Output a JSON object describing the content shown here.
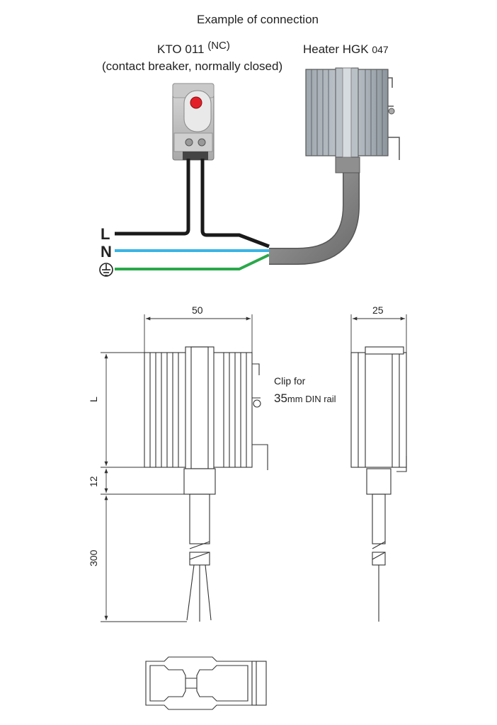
{
  "title": "Example of connection",
  "thermostat": {
    "name": "KTO 011",
    "suffix": "(NC)",
    "description": "(contact breaker, normally closed)"
  },
  "heater": {
    "name_prefix": "Heater HGK",
    "name_number": "047"
  },
  "wires": {
    "live": "L",
    "neutral": "N",
    "earth_symbol": "⏚"
  },
  "dimensions": {
    "width": "50",
    "depth": "25",
    "length": "L",
    "connector": "12",
    "cable": "300"
  },
  "clip": {
    "line1": "Clip for",
    "size": "35",
    "unit_label": "mm DIN rail"
  },
  "colors": {
    "live_wire": "#1a1a1a",
    "neutral_wire": "#39b4e6",
    "earth_wire": "#2aa84a",
    "knob": "#e3202a",
    "cable": "#8f8f8f"
  }
}
